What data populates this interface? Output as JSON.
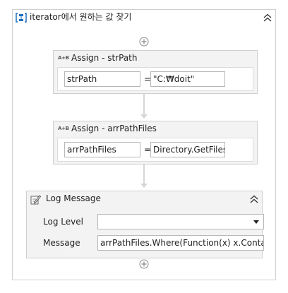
{
  "sequence": {
    "title": "iterator에서 원하는 값 찾기",
    "icon": "sequence-icon",
    "collapse_icon": "double-chevron-up-icon",
    "add_icon": "add-circle-icon"
  },
  "assign1": {
    "title": "Assign - strPath",
    "tag": "A+B",
    "to": "strPath",
    "eq": "=",
    "value": "\"C:₩doit\""
  },
  "assign2": {
    "title": "Assign - arrPathFiles",
    "tag": "A+B",
    "to": "arrPathFiles",
    "eq": "=",
    "value": "Directory.GetFiles("
  },
  "log": {
    "title": "Log Message",
    "icon": "log-message-icon",
    "level_label": "Log Level",
    "level_value": "",
    "message_label": "Message",
    "message_value": "arrPathFiles.Where(Function(x) x.Contains("
  },
  "colors": {
    "border": "#cfcfcf",
    "header_bg": "#f3f3f3",
    "connector": "#d5d5d5"
  }
}
